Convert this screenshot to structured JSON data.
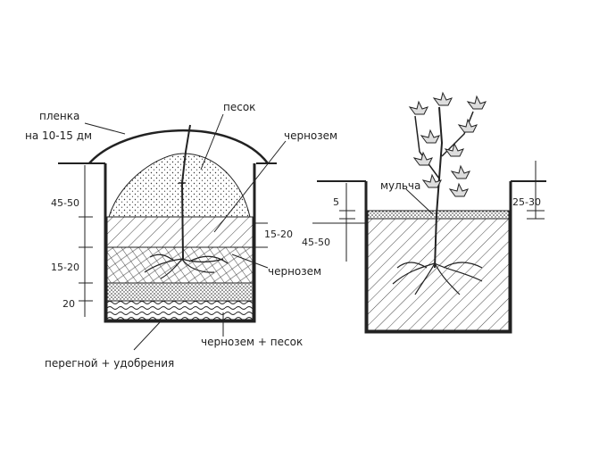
{
  "left_figure": {
    "labels": {
      "film": "пленка",
      "film_height": "на 10-15 дм",
      "sand": "песок",
      "chernozem_top": "чернозем",
      "chernozem_mid": "чернозем",
      "chernozem_sand": "чернозем + песок",
      "humus_fertilizer": "перегной + удобрения"
    },
    "dimensions": {
      "d1": "45-50",
      "d2": "15-20",
      "d3": "15-20",
      "d4": "20"
    }
  },
  "right_figure": {
    "labels": {
      "mulch": "мульча"
    },
    "dimensions": {
      "d1": "5",
      "d2": "25-30",
      "d3": "45-50"
    }
  }
}
